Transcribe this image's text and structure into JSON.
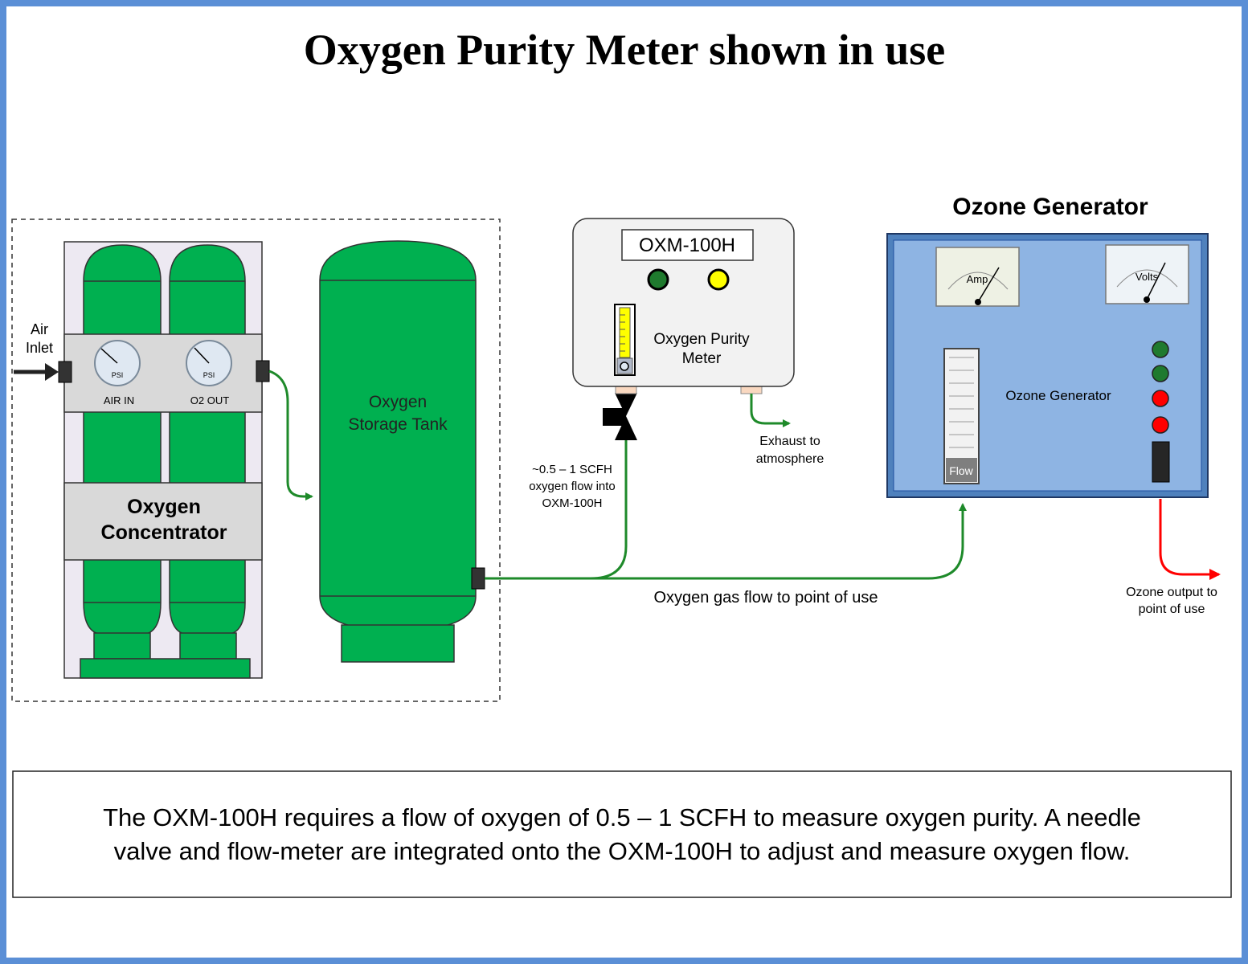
{
  "title": "Oxygen Purity Meter shown in use",
  "concentrator": {
    "label_line1": "Oxygen",
    "label_line2": "Concentrator",
    "gauge_unit": "PSI",
    "gauge_left_label": "AIR IN",
    "gauge_right_label": "O2 OUT",
    "air_inlet_line1": "Air",
    "air_inlet_line2": "Inlet"
  },
  "storage_tank": {
    "label_line1": "Oxygen",
    "label_line2": "Storage Tank"
  },
  "meter": {
    "model": "OXM-100H",
    "label_line1": "Oxygen Purity",
    "label_line2": "Meter",
    "exhaust_line1": "Exhaust to",
    "exhaust_line2": "atmosphere",
    "flow_note_line1": "~0.5 – 1 SCFH",
    "flow_note_line2": "oxygen flow into",
    "flow_note_line3": "OXM-100H"
  },
  "ozone": {
    "heading": "Ozone Generator",
    "panel_label": "Ozone Generator",
    "amp_label": "Amp",
    "volts_label": "Volts",
    "flow_label": "Flow",
    "output_line1": "Ozone output to",
    "output_line2": "point of use"
  },
  "oxygen_flow_label": "Oxygen gas flow to point of use",
  "caption_line1": "The OXM-100H requires a flow of oxygen of 0.5 – 1 SCFH to measure oxygen purity.  A needle",
  "caption_line2": "valve and flow-meter are integrated onto the OXM-100H to adjust and measure oxygen flow.",
  "colors": {
    "frame": "#5b8fd6",
    "tank_green": "#00b050",
    "pipe_green": "#1e8a2a",
    "ozone_red": "#ff0000",
    "ozone_panel": "#8eb4e3",
    "ozone_border": "#1f4e9e",
    "led_green": "#1f7a2e",
    "led_yellow": "#ffff00",
    "led_red": "#ff0000",
    "gray_band": "#d9d9d9"
  }
}
